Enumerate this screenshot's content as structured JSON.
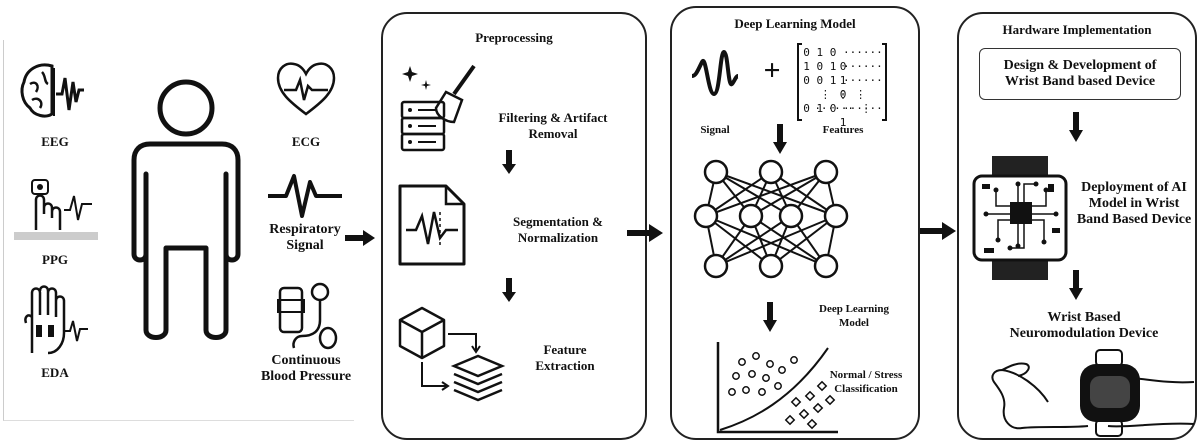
{
  "sources": {
    "eeg": "EEG",
    "ppg": "PPG",
    "eda": "EDA",
    "ecg": "ECG",
    "respiratory": "Respiratory Signal",
    "bp": "Continuous Blood Pressure"
  },
  "preprocessing": {
    "title": "Preprocessing",
    "step1": "Filtering & Artifact Removal",
    "step2": "Segmentation & Normalization",
    "step3": "Feature Extraction"
  },
  "deep_learning": {
    "title": "Deep Learning Model",
    "signal": "Signal",
    "features": "Features",
    "plus": "+",
    "model": "Deep Learning Model",
    "classification": "Normal / Stress Classification",
    "matrix_rows": [
      "0 1 0 ······ 0",
      "1 0 1 ······ 1",
      "0 0 1 ······ 0",
      "⋮ ⋮ ⋮ ······ ⋮",
      "0 1 0 ······ 1"
    ]
  },
  "hardware": {
    "title": "Hardware Implementation",
    "design": "Design & Development of Wrist Band based Device",
    "deploy": "Deployment of AI Model in Wrist Band Based Device",
    "wrist": "Wrist Based Neuromodulation Device"
  },
  "colors": {
    "ink": "#111111",
    "panel_border": "#222222"
  }
}
